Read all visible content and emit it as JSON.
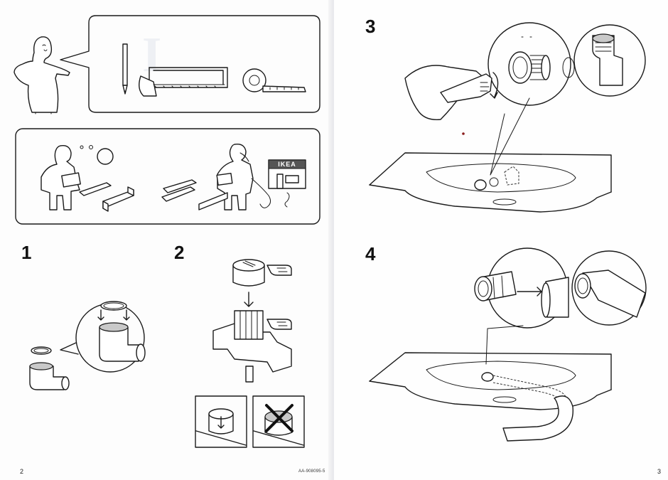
{
  "left_page": {
    "steps": [
      "1",
      "2"
    ],
    "page_number": "2",
    "document_id": "AA-908095-5"
  },
  "right_page": {
    "steps": [
      "3",
      "4"
    ],
    "page_number": "3"
  },
  "store_sign": {
    "brand": "IKEA"
  },
  "icons": [
    "pencil-icon",
    "hacksaw-icon",
    "tape-measure-icon",
    "question-mark-icon",
    "pointing-hand-icon",
    "cross-out-icon",
    "down-arrow-icon"
  ]
}
